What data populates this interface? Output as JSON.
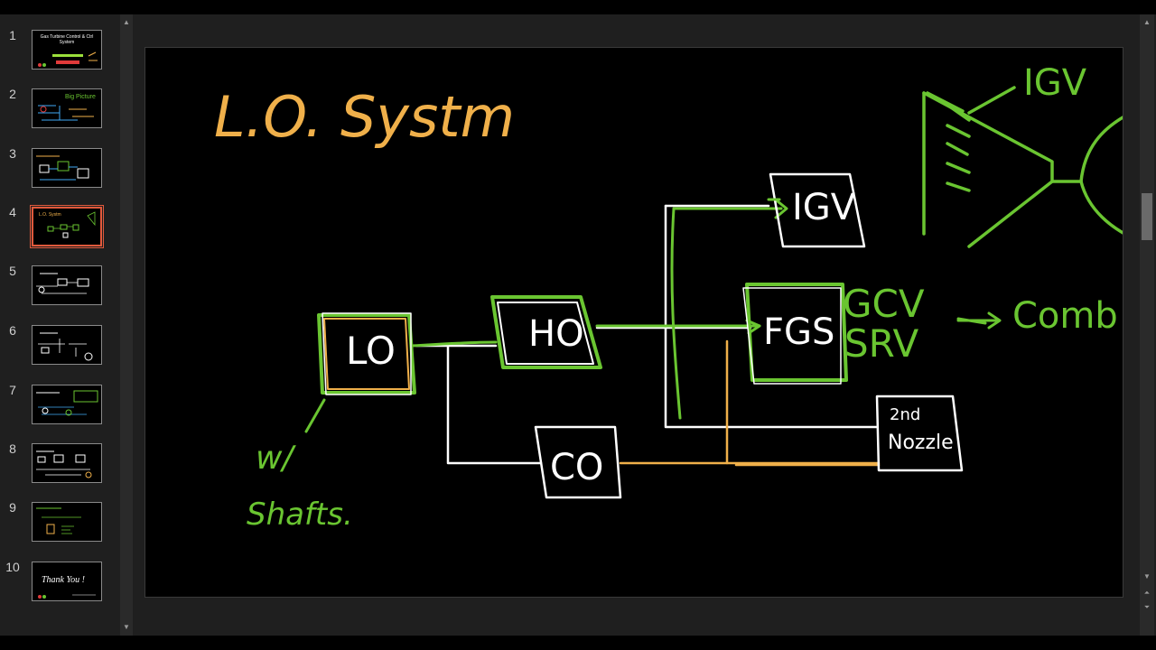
{
  "thumbnails": [
    {
      "num": "1",
      "title": "Gas Turbine Control & Ctrl System",
      "selected": false
    },
    {
      "num": "2",
      "title": "Big Picture",
      "selected": false
    },
    {
      "num": "3",
      "title": "",
      "selected": false
    },
    {
      "num": "4",
      "title": "L.O. Systm",
      "selected": true
    },
    {
      "num": "5",
      "title": "",
      "selected": false
    },
    {
      "num": "6",
      "title": "",
      "selected": false
    },
    {
      "num": "7",
      "title": "",
      "selected": false
    },
    {
      "num": "8",
      "title": "",
      "selected": false
    },
    {
      "num": "9",
      "title": "",
      "selected": false
    },
    {
      "num": "10",
      "title": "Thank You !",
      "selected": false
    }
  ],
  "colors": {
    "ink_white": "#ffffff",
    "ink_green": "#6ac531",
    "ink_orange": "#f0b04a",
    "selection": "#e0593c",
    "slide_bg": "#000000"
  },
  "slide": {
    "title": "L.O. Systm",
    "boxes": {
      "lo": "LO",
      "ho": "HO",
      "co": "CO",
      "fgs": "FGS",
      "igv": "IGV",
      "nozzle_line1": "2nd",
      "nozzle_line2": "Nozzle"
    },
    "labels": {
      "gcv": "GCV",
      "srv": "SRV",
      "comb": "Comb",
      "igv_right": "IGV",
      "shaft_line1": "w/",
      "shaft_line2": "Shafts."
    }
  }
}
